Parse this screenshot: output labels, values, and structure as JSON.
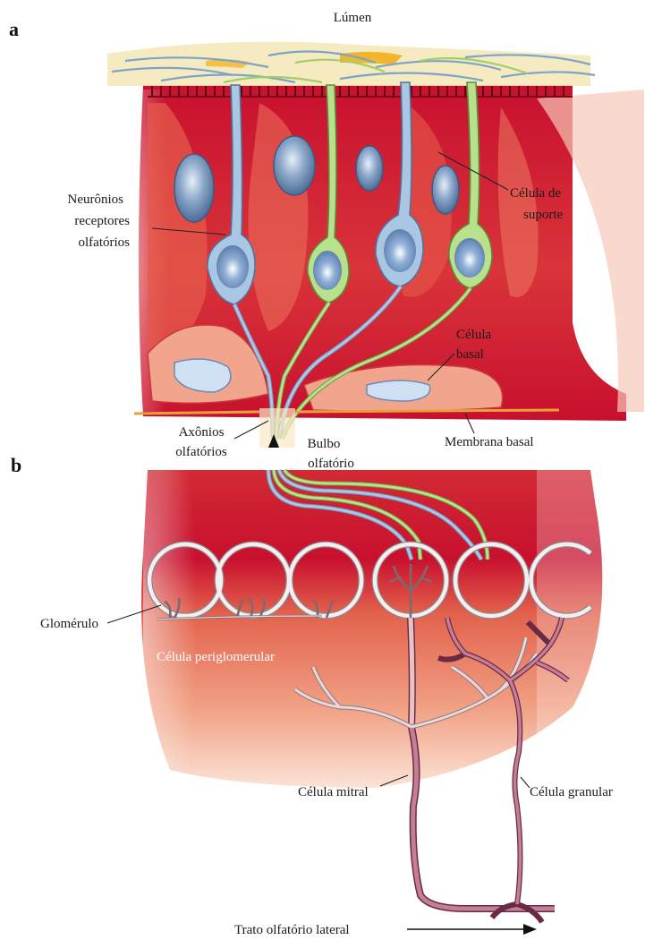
{
  "panels": {
    "a": "a",
    "b": "b"
  },
  "labels": {
    "lumen": "Lúmen",
    "neuronios_1": "Neurônios",
    "neuronios_2": "receptores",
    "neuronios_3": "olfatórios",
    "suporte_1": "Célula de",
    "suporte_2": "suporte",
    "basal_1": "Célula",
    "basal_2": "basal",
    "axonios_1": "Axônios",
    "axonios_2": "olfatórios",
    "bulbo_1": "Bulbo",
    "bulbo_2": "olfatório",
    "membrana": "Membrana basal",
    "glomerulo": "Glomérulo",
    "periglomerular": "Célula periglomerular",
    "mitral": "Célula mitral",
    "granular": "Célula granular",
    "trato": "Trato olfatório lateral"
  },
  "colors": {
    "tissue_dark": "#c8102e",
    "tissue_mid": "#e0453f",
    "tissue_light": "#f2a58c",
    "receptor_blue": "#a9c6e3",
    "support_green": "#b9e08a",
    "nucleus": "#6f8fb5",
    "mitral_pink": "#e8c3c6",
    "granular_purple": "#8e3b55"
  }
}
